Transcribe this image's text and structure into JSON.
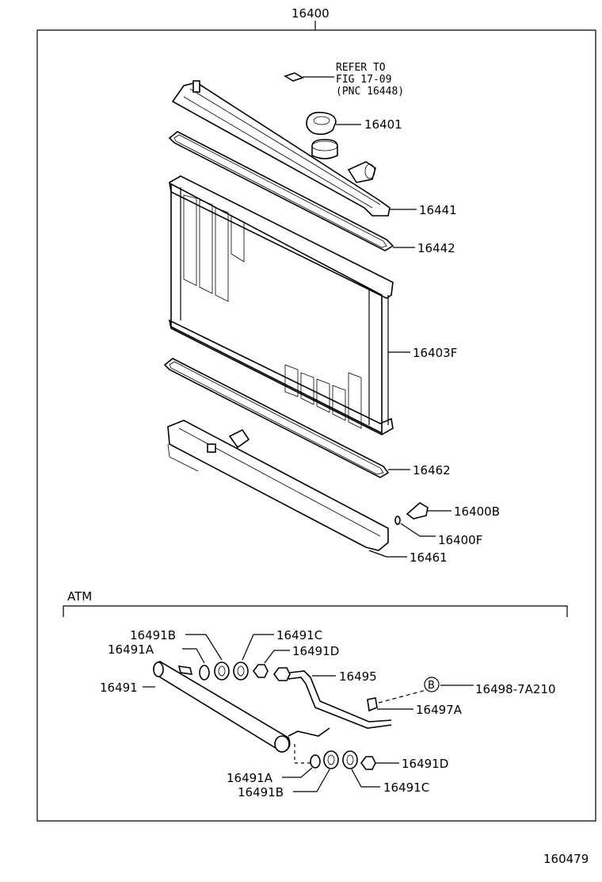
{
  "diagram": {
    "assembly_number": "16400",
    "figure_number": "160479",
    "refer_note": [
      "REFER TO",
      "FIG 17-09",
      "(PNC 16448)"
    ],
    "section_label": "ATM",
    "callout_b_letter": "B",
    "parts": {
      "p16401": "16401",
      "p16441": "16441",
      "p16442": "16442",
      "p16403F": "16403F",
      "p16462": "16462",
      "p16400B": "16400B",
      "p16400F": "16400F",
      "p16461": "16461",
      "p16491B_top": "16491B",
      "p16491C_top": "16491C",
      "p16491A_top": "16491A",
      "p16491D_top": "16491D",
      "p16491": "16491",
      "p16495": "16495",
      "p16498": "16498-7A210",
      "p16497A": "16497A",
      "p16491A_bot": "16491A",
      "p16491D_bot": "16491D",
      "p16491B_bot": "16491B",
      "p16491C_bot": "16491C"
    }
  }
}
